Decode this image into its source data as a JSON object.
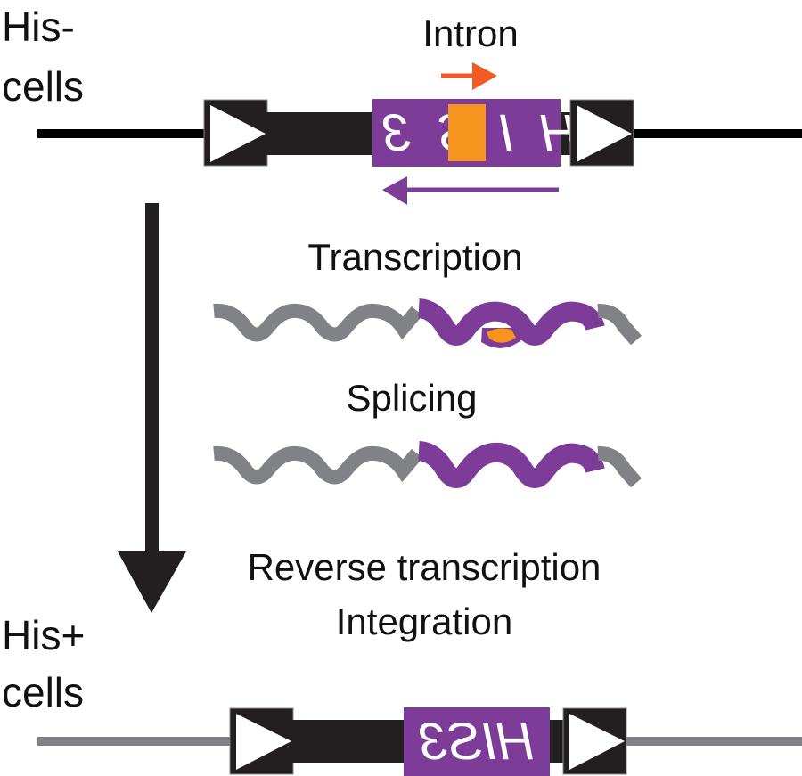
{
  "title": "HIS3 intron retrotransposition reporter",
  "colors": {
    "black": "#231f20",
    "line": "#000000",
    "gray": "#808285",
    "purple": "#7d3c98",
    "orange": "#f7941d",
    "red_arrow": "#f15a24",
    "white": "#ffffff"
  },
  "top_construct": {
    "cell_label_line1": "His-",
    "cell_label_line2": "cells",
    "intron_label": "Intron",
    "gene_label": "HIS3",
    "has_intron": true,
    "intron_arrow_direction": "forward",
    "gene_arrow_direction": "reverse"
  },
  "steps": [
    {
      "label": "Transcription",
      "rna_has_intron": true
    },
    {
      "label": "Splicing",
      "rna_has_intron": false
    }
  ],
  "final_step": {
    "line1": "Reverse transcription",
    "line2": "Integration"
  },
  "bottom_construct": {
    "cell_label_line1": "His+",
    "cell_label_line2": "cells",
    "gene_label": "HIS3",
    "has_intron": false
  }
}
